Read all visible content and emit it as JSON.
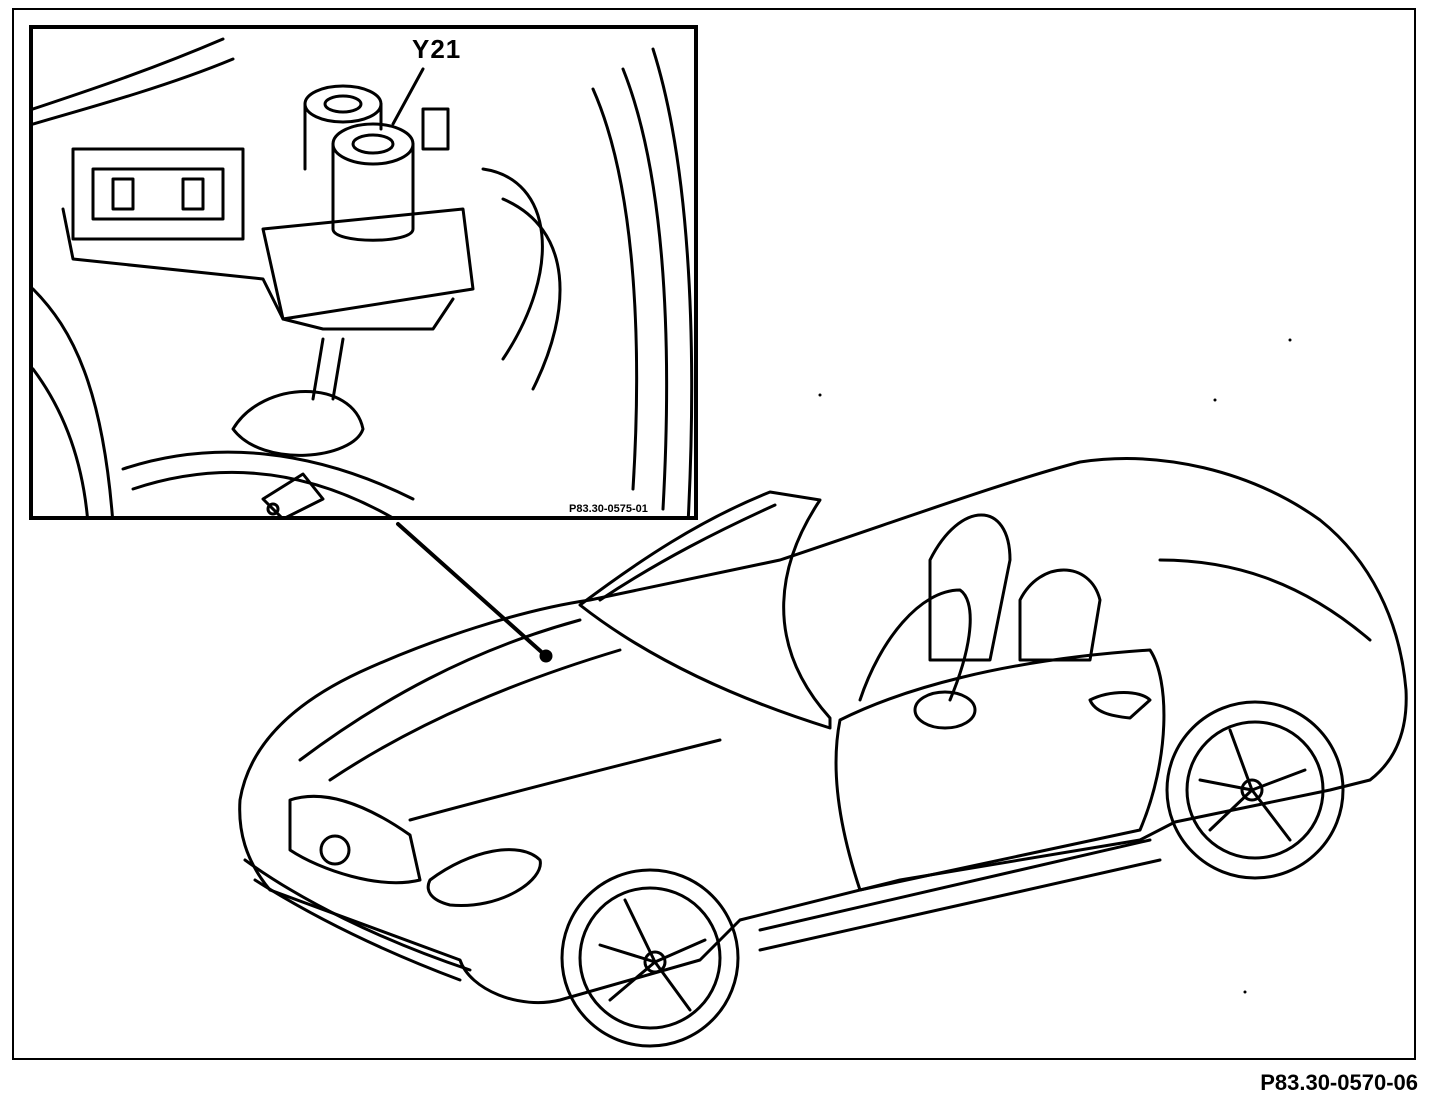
{
  "figure": {
    "callout_label": "Y21",
    "inset_code": "P83.30-0575-01",
    "figure_code": "P83.30-0570-06"
  }
}
